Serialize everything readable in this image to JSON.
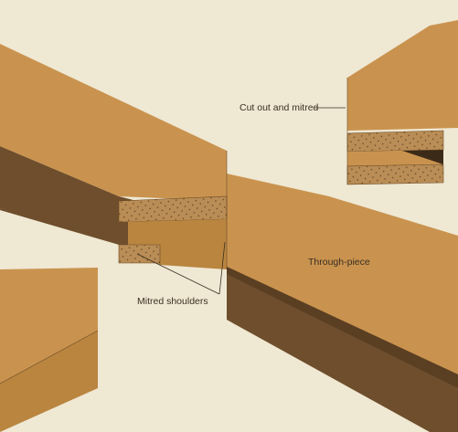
{
  "labels": {
    "cut_out": "Cut out and mitred",
    "through_piece": "Through-piece",
    "mitred_shoulders": "Mitred shoulders"
  },
  "colors": {
    "background": "#efe8d3",
    "wood_top": "#c9934f",
    "wood_side": "#6e4e2c",
    "wood_face": "#b9853f",
    "glue_strip": "#b98d55",
    "line": "#3c2f22"
  }
}
